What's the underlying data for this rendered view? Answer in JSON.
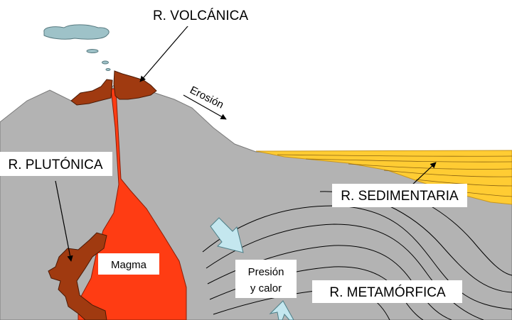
{
  "labels": {
    "volcanic": "R. VOLCÁNICA",
    "erosion": "Erosión",
    "plutonic": "R. PLUTÓNICA",
    "sedimentary": "R. SEDIMENTARIA",
    "magma": "Magma",
    "pressure_line1": "Presión",
    "pressure_line2": "y calor",
    "metamorphic": "R. METAMÓRFICA"
  },
  "colors": {
    "background": "#ffffff",
    "rock": "#b3b3b3",
    "magma": "#ff3c13",
    "cooled_rock": "#a03a10",
    "sediment": "#ffcc33",
    "cloud": "#9ec2c8",
    "pressure_arrow": "#c4e7ef",
    "line": "#000000"
  }
}
